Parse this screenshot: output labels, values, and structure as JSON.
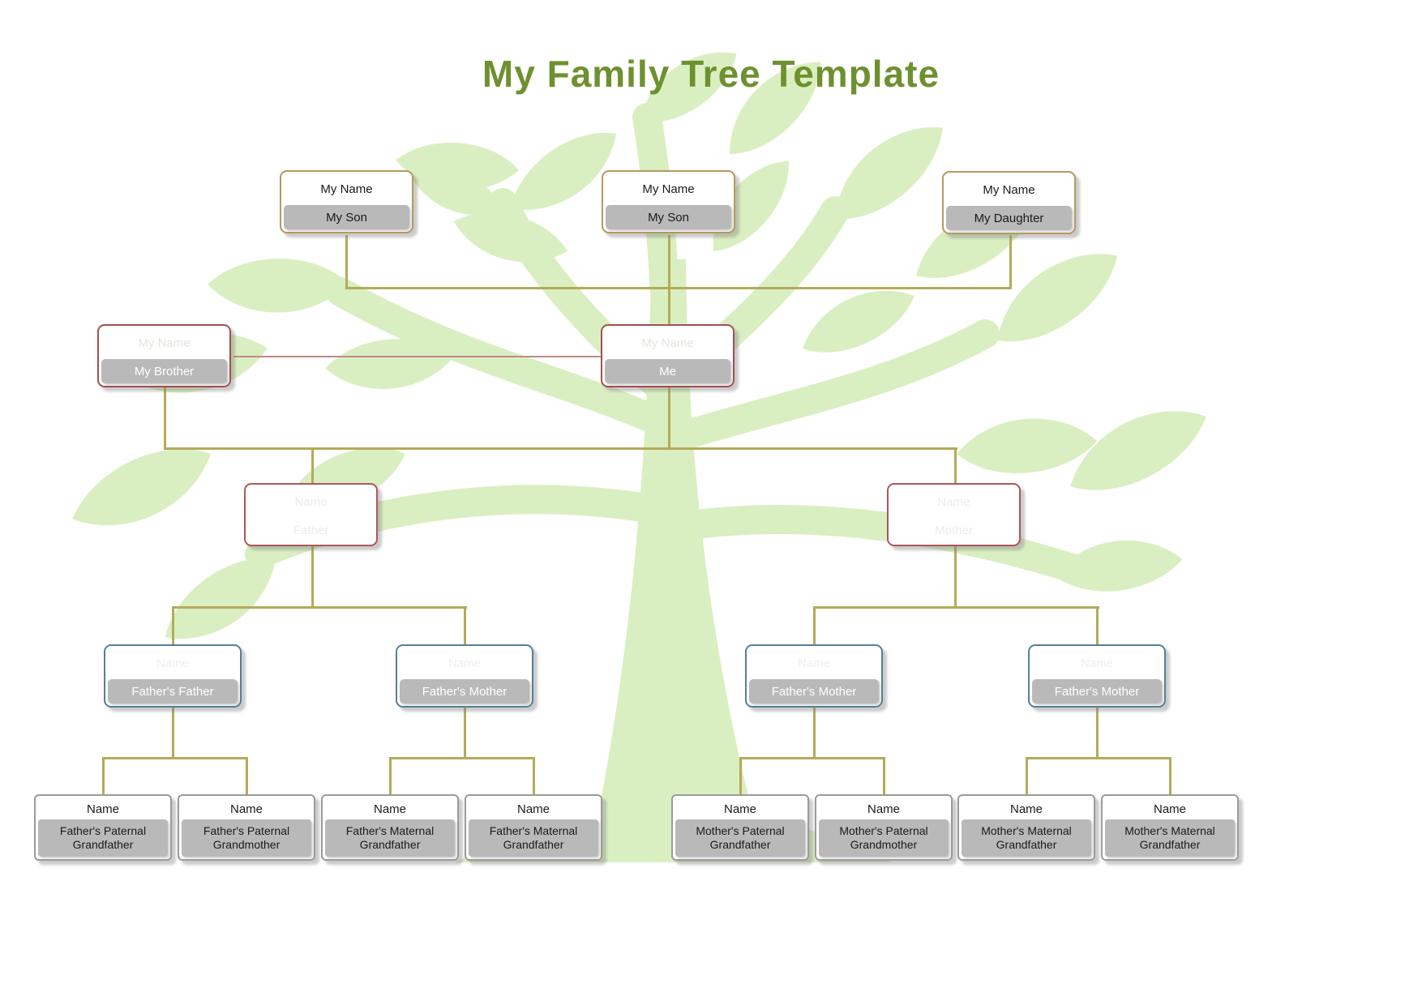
{
  "title": "My Family Tree Template",
  "colors": {
    "title_green": "#6e9130",
    "tree_leaf_green": "#daefc1",
    "connector_olive": "#b3ab5a",
    "connector_red": "#c08a86",
    "band_gray": "#b9b9b9",
    "border_tan": "#b59a5e",
    "border_red": "#a34f52",
    "border_blue": "#54809b",
    "border_gray": "#9b9b9b"
  },
  "nodes": {
    "children": [
      {
        "name": "My Name",
        "relation": "My Son"
      },
      {
        "name": "My Name",
        "relation": "My Son"
      },
      {
        "name": "My Name",
        "relation": "My Daughter"
      }
    ],
    "self_row": [
      {
        "name": "My Name",
        "relation": "My Brother"
      },
      {
        "name": "My Name",
        "relation": "Me"
      }
    ],
    "parents": [
      {
        "name": "Name",
        "relation": "Father"
      },
      {
        "name": "Name",
        "relation": "Mother"
      }
    ],
    "grandparents": [
      {
        "name": "Name",
        "relation": "Father's Father"
      },
      {
        "name": "Name",
        "relation": "Father's Mother"
      },
      {
        "name": "Name",
        "relation": "Father's Mother"
      },
      {
        "name": "Name",
        "relation": "Father's Mother"
      }
    ],
    "great_grandparents": [
      {
        "name": "Name",
        "relation": "Father's Paternal Grandfather"
      },
      {
        "name": "Name",
        "relation": "Father's Paternal Grandmother"
      },
      {
        "name": "Name",
        "relation": "Father's Maternal Grandfather"
      },
      {
        "name": "Name",
        "relation": "Father's Maternal Grandfather"
      },
      {
        "name": "Name",
        "relation": "Mother's Paternal Grandfather"
      },
      {
        "name": "Name",
        "relation": "Mother's Paternal Grandmother"
      },
      {
        "name": "Name",
        "relation": "Mother's Maternal Grandfather"
      },
      {
        "name": "Name",
        "relation": "Mother's Maternal Grandfather"
      }
    ]
  }
}
